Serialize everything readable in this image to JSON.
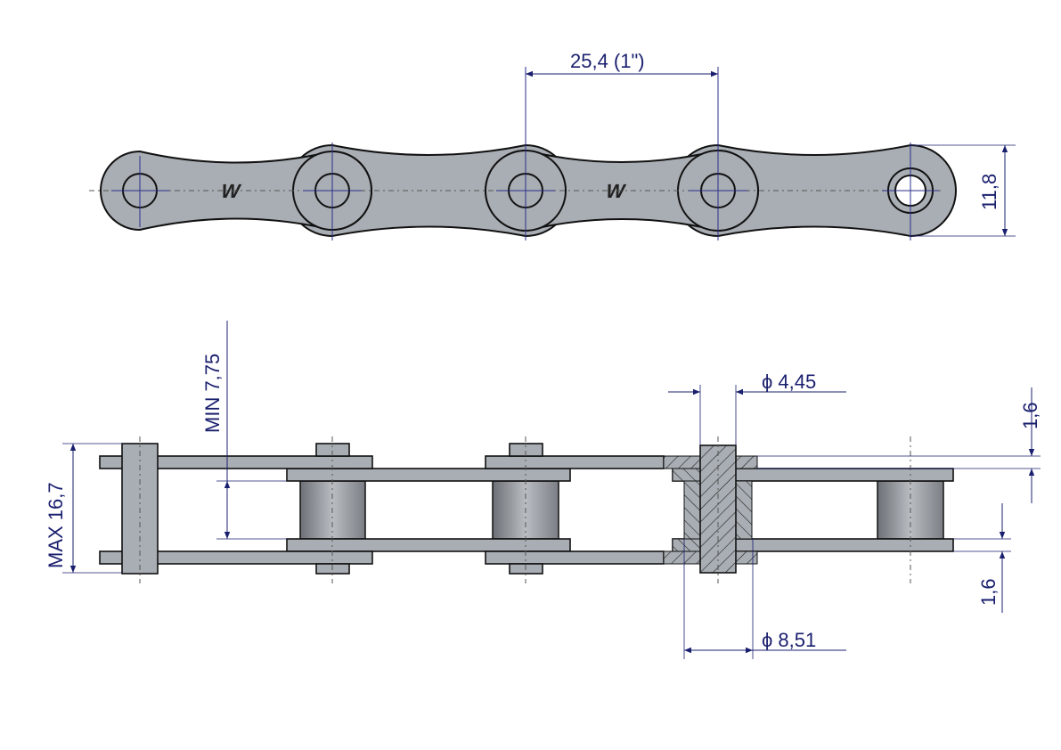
{
  "title": "Roller chain technical drawing",
  "top_view": {
    "pitch_label": "25,4  (1\")",
    "plate_height_label": "11,8",
    "logo_text": "W"
  },
  "side_view": {
    "max_width_label": "MAX 16,7",
    "min_inner_width_label": "MIN 7,75",
    "pin_diameter_label": "ϕ 4,45",
    "roller_diameter_label": "ϕ 8,51",
    "outer_plate_thickness_label": "1,6",
    "inner_plate_thickness_label": "1,6"
  },
  "colors": {
    "plate": "#a9aeb4",
    "dimension": "#1a1f6e",
    "centerline": "#2a2f8a"
  }
}
